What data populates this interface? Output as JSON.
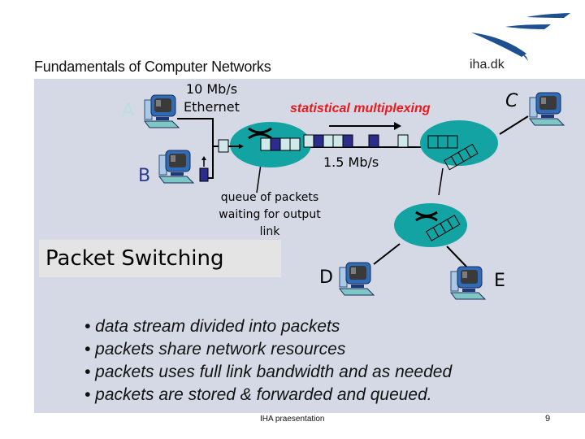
{
  "header": {
    "title": "Fundamentals of Computer Networks",
    "logo_text": "iha.dk"
  },
  "diagram": {
    "link_a_label_line1": "10 Mb/s",
    "link_a_label_line2": "Ethernet",
    "mux_label": "statistical multiplexing",
    "trunk_label": "1.5 Mb/s",
    "queue_label_line1": "queue of packets",
    "queue_label_line2": "waiting for output",
    "queue_label_line3": "link",
    "nodes": {
      "a": "A",
      "b": "B",
      "c": "C",
      "d": "D",
      "e": "E"
    },
    "title_box": "Packet Switching",
    "colors": {
      "router": "#13a3a3",
      "packet_light": "#cfe8ea",
      "packet_dark": "#2c2c8c",
      "mux_text": "#e8191e",
      "panel_bg": "#d5d9e5",
      "logo_blue": "#1d4f91"
    }
  },
  "bullets": [
    "• data stream divided into packets",
    "• packets share network resources",
    "• packets uses full link bandwidth and as needed",
    "• packets are stored & forwarded and queued."
  ],
  "footer": {
    "center": "IHA praesentation",
    "page_number": "9"
  }
}
